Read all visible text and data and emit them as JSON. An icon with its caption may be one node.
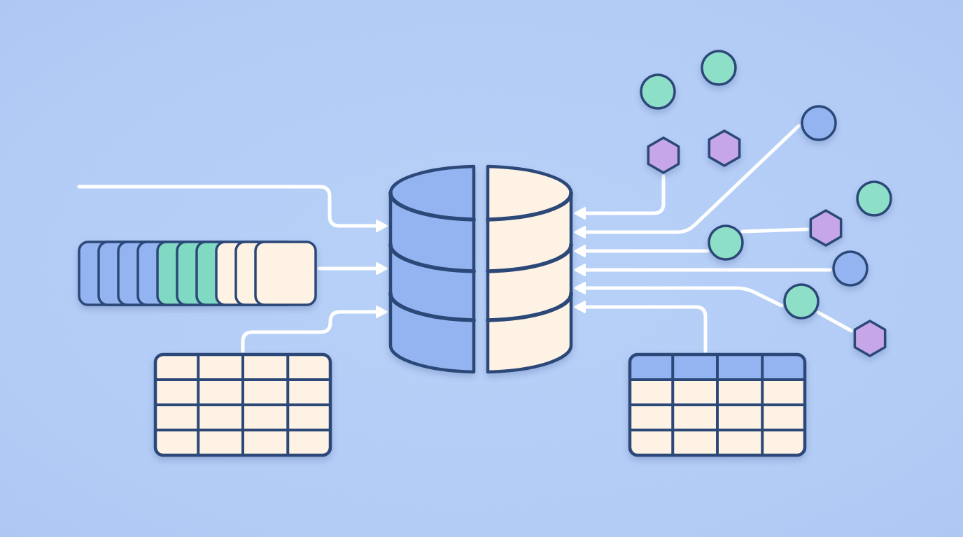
{
  "diagram": {
    "nodes": [
      {
        "text": [],
        "shape": "stack"
      },
      {
        "text": [],
        "shape": "table"
      },
      {
        "text": [],
        "shape": "cylinder"
      },
      {
        "text": [],
        "shape": "circle"
      },
      {
        "text": [],
        "shape": "circle"
      },
      {
        "text": [],
        "shape": "circle"
      },
      {
        "text": [],
        "shape": "hexagon"
      },
      {
        "text": [],
        "shape": "hexagon"
      },
      {
        "text": [],
        "shape": "circle"
      },
      {
        "text": [],
        "shape": "hexagon"
      },
      {
        "text": [],
        "shape": "circle"
      },
      {
        "text": [],
        "shape": "circle"
      },
      {
        "text": [],
        "shape": "circle"
      },
      {
        "text": [],
        "shape": "hexagon"
      },
      {
        "text": [],
        "shape": "table"
      }
    ],
    "edges": [
      {
        "from": null,
        "to": 2,
        "arrow": "to"
      },
      {
        "from": 0,
        "to": 2,
        "arrow": "to"
      },
      {
        "from": 1,
        "to": 2,
        "arrow": "to"
      },
      {
        "from": 6,
        "to": 2,
        "arrow": "to"
      },
      {
        "from": 5,
        "to": 2,
        "arrow": "to"
      },
      {
        "from": 10,
        "to": 2,
        "arrow": "to"
      },
      {
        "from": 11,
        "to": 2,
        "arrow": "to"
      },
      {
        "from": 12,
        "to": 2,
        "arrow": "to"
      },
      {
        "from": 14,
        "to": 2,
        "arrow": "to"
      },
      {
        "from": 10,
        "to": 9,
        "arrow": "none"
      },
      {
        "from": 12,
        "to": 13,
        "arrow": "none"
      }
    ]
  }
}
